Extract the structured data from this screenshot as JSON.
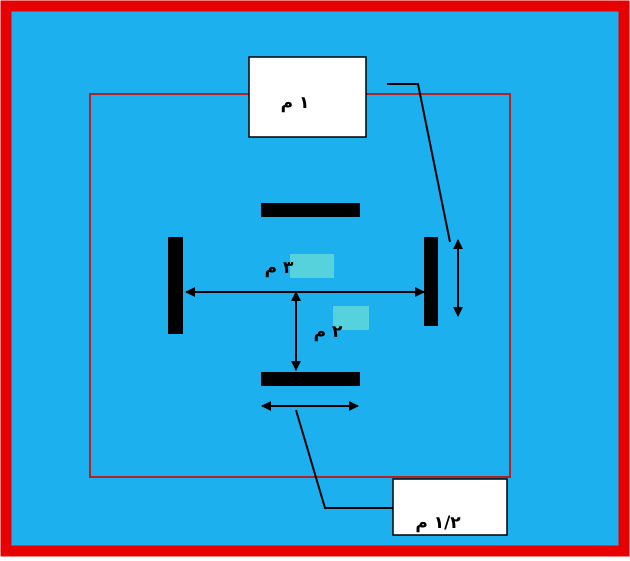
{
  "labels": {
    "top_box": "١ م",
    "horizontal_distance": "٣ م",
    "vertical_distance": "٢ م",
    "bottom_box": "١/٢ م"
  },
  "colors": {
    "background": "#1DB0EE",
    "outer_frame": "#E60000",
    "inner_rectangle": "#B22222",
    "bars": "#000000",
    "boxes": "#FFFFFF",
    "label_highlight": "#5FD8D8"
  }
}
